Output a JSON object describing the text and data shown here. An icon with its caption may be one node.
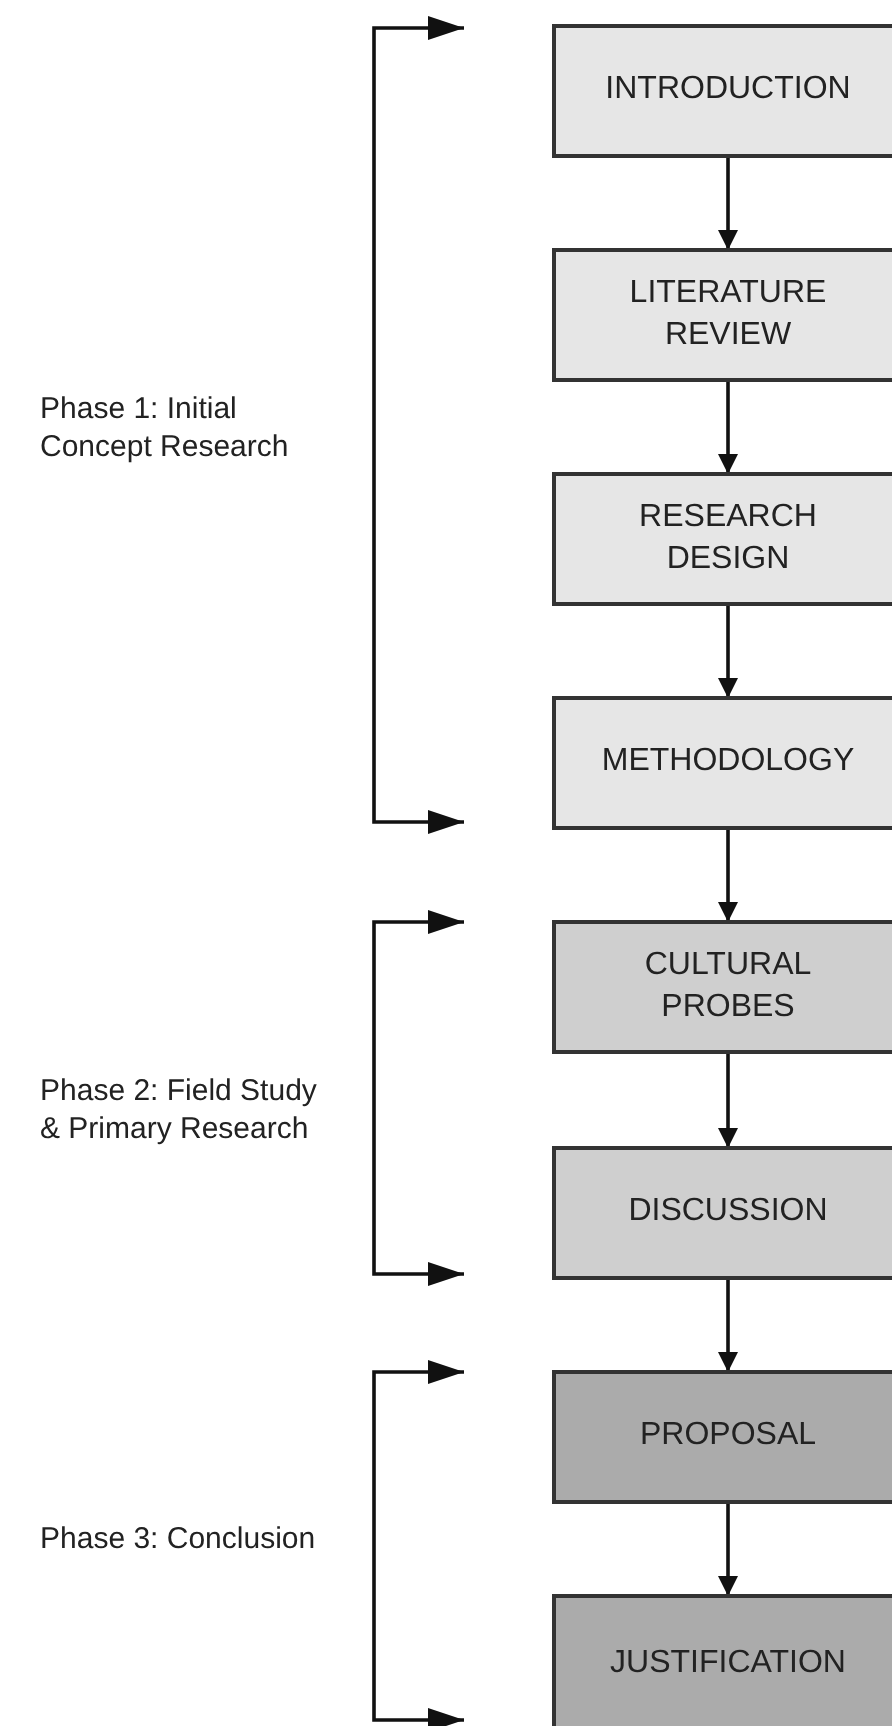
{
  "diagram": {
    "nodes": [
      {
        "text": [
          "INTRODUCTION"
        ]
      },
      {
        "text": [
          "LITERATURE REVIEW"
        ]
      },
      {
        "text": [
          "RESEARCH DESIGN"
        ]
      },
      {
        "text": [
          "METHODOLOGY"
        ]
      },
      {
        "text": [
          "CULTURAL PROBES"
        ]
      },
      {
        "text": [
          "DISCUSSION"
        ]
      },
      {
        "text": [
          "PROPOSAL"
        ]
      },
      {
        "text": [
          "JUSTIFICATION"
        ]
      }
    ],
    "edges": [
      {
        "from": 0,
        "to": 1,
        "arrow": "to"
      },
      {
        "from": 1,
        "to": 2,
        "arrow": "to"
      },
      {
        "from": 2,
        "to": 3,
        "arrow": "to"
      },
      {
        "from": 3,
        "to": 4,
        "arrow": "to"
      },
      {
        "from": 4,
        "to": 5,
        "arrow": "to"
      },
      {
        "from": 5,
        "to": 6,
        "arrow": "to"
      },
      {
        "from": 6,
        "to": 7,
        "arrow": "to"
      }
    ],
    "labels": [
      "Phase 1: Initial Concept Research",
      "Phase 2: Field Study & Primary Research",
      "Phase 3: Conclusion"
    ]
  }
}
